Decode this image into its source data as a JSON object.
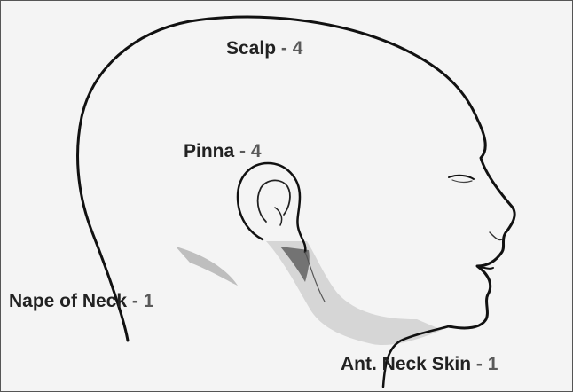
{
  "labels": {
    "scalp": {
      "text": "Scalp",
      "sep": " - ",
      "value": "4"
    },
    "pinna": {
      "text": "Pinna",
      "sep": " - ",
      "value": "4"
    },
    "nape": {
      "text": "Nape of Neck",
      "sep": " - ",
      "value": "1"
    },
    "ant_neck": {
      "text": "Ant. Neck Skin",
      "sep": " - ",
      "value": "1"
    }
  },
  "colors": {
    "background": "#f4f4f4",
    "ink": "#111111",
    "label_text": "#222222",
    "label_number": "#5a5a5a"
  }
}
